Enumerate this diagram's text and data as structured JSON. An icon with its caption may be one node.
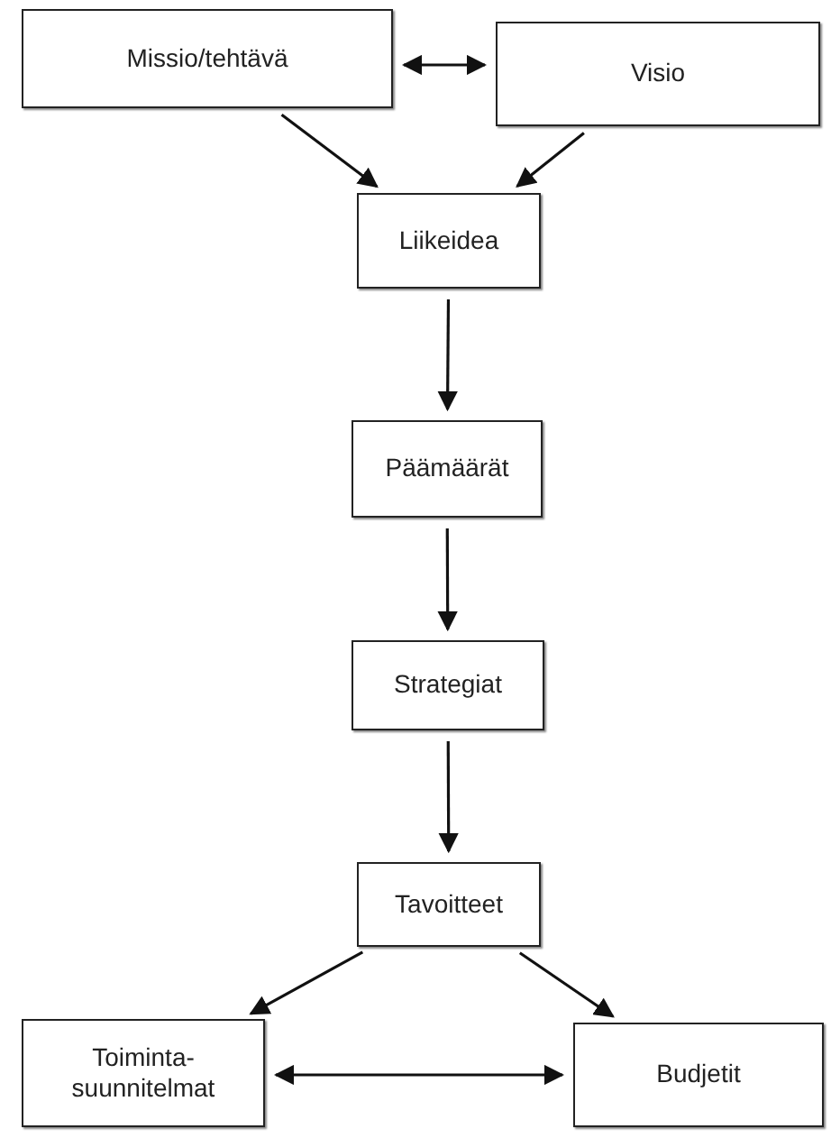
{
  "diagram": {
    "nodes": [
      {
        "text": [
          "Missio/tehtävä"
        ]
      },
      {
        "text": [
          "Visio"
        ]
      },
      {
        "text": [
          "Liikeidea"
        ]
      },
      {
        "text": [
          "Päämäärät"
        ]
      },
      {
        "text": [
          "Strategiat"
        ]
      },
      {
        "text": [
          "Tavoitteet"
        ]
      },
      {
        "text": [
          "Toiminta- suunnitelmat"
        ]
      },
      {
        "text": [
          "Budjetit"
        ]
      }
    ],
    "edges": [
      {
        "from": 0,
        "to": 1,
        "arrow": "both"
      },
      {
        "from": 0,
        "to": 2,
        "arrow": "to"
      },
      {
        "from": 1,
        "to": 2,
        "arrow": "to"
      },
      {
        "from": 2,
        "to": 3,
        "arrow": "to"
      },
      {
        "from": 3,
        "to": 4,
        "arrow": "to"
      },
      {
        "from": 4,
        "to": 5,
        "arrow": "to"
      },
      {
        "from": 5,
        "to": 6,
        "arrow": "to"
      },
      {
        "from": 5,
        "to": 7,
        "arrow": "to"
      },
      {
        "from": 6,
        "to": 7,
        "arrow": "both"
      }
    ]
  }
}
